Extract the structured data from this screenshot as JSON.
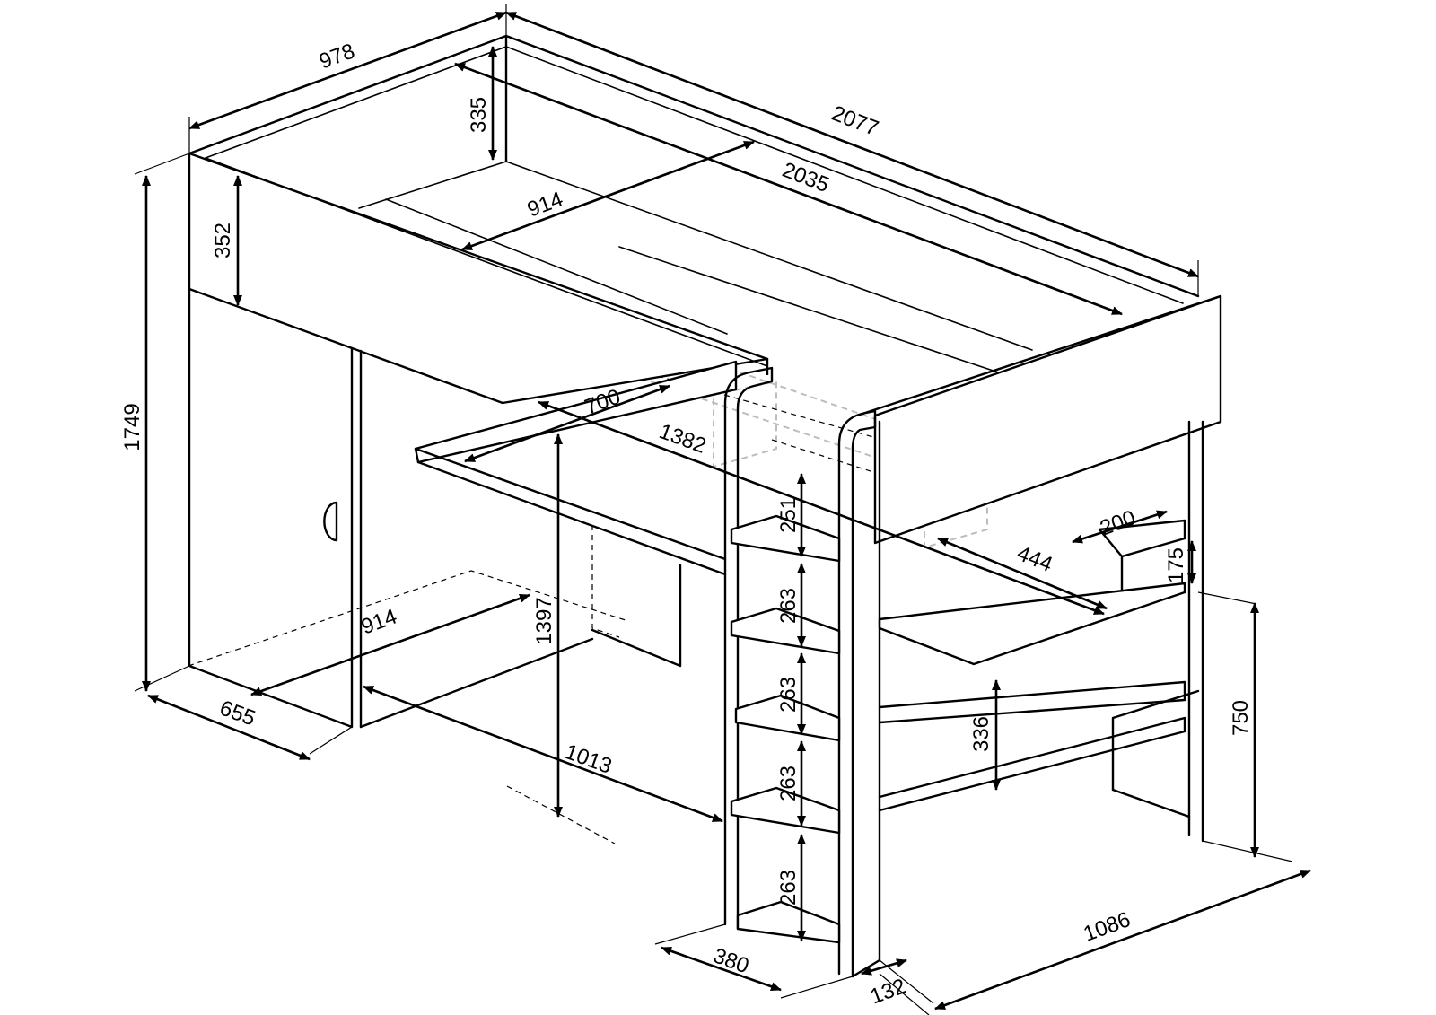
{
  "diagram": {
    "dimensions": {
      "total_width": "978",
      "total_length": "2077",
      "mattress_length": "2035",
      "mattress_width": "914",
      "guard_rail_height": "335",
      "side_panel_height": "352",
      "total_height": "1749",
      "desk_depth": "700",
      "desk_length": "1382",
      "desk_height": "1397",
      "floor_depth": "914",
      "wardrobe_depth": "655",
      "floor_length": "1013",
      "ladder_step_1": "251",
      "ladder_step_2": "263",
      "ladder_step_3": "263",
      "ladder_step_4": "263",
      "ladder_step_5": "263",
      "shelf_depth": "200",
      "shelf_length": "444",
      "shelf_height": "175",
      "lower_shelf_height": "336",
      "end_height": "750",
      "end_length": "1086",
      "ladder_width": "380",
      "ladder_depth": "132"
    }
  }
}
